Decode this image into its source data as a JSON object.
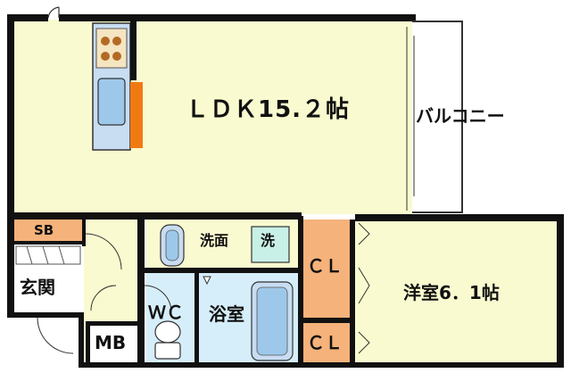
{
  "rooms": {
    "ldk": "ＬＤＫ15.２帖",
    "balcony": "バルコニー",
    "sb": "SB",
    "genkan": "玄関",
    "mb": "MB",
    "wc": "ＷＣ",
    "senmen": "洗面",
    "sen": "洗",
    "yokushitsu": "浴室",
    "cl_upper": "ＣＬ",
    "cl_lower": "ＣＬ",
    "youshitsu": "洋室6．1帖"
  },
  "colors": {
    "wall": "#111111",
    "living_floor": "#fafad0",
    "wet_floor": "#d6eefa",
    "closet": "#f5b27a",
    "bath_blue": "#9ec8ea",
    "counter_orange": "#f07a12",
    "stove_brown": "#b36a25"
  }
}
